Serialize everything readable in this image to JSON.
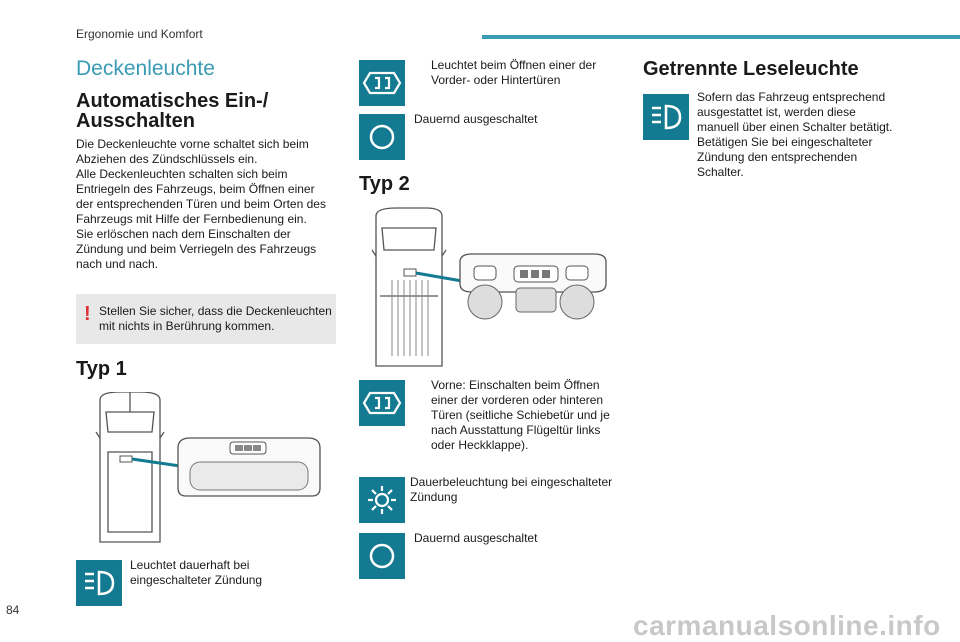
{
  "header": {
    "section": "Ergonomie und Komfort"
  },
  "page_title": "Deckenleuchte",
  "auto": {
    "heading_line1": "Automatisches Ein-/",
    "heading_line2": "Ausschalten",
    "paragraph": [
      "Die Deckenleuchte vorne schaltet sich beim",
      "Abziehen des Zündschlüssels ein.",
      "Alle Deckenleuchten schalten sich beim",
      "Entriegeln des Fahrzeugs, beim Öffnen einer",
      "der entsprechenden Türen und beim Orten des",
      "Fahrzeugs mit Hilfe der Fernbedienung ein.",
      "Sie erlöschen nach dem Einschalten der",
      "Zündung und beim Verriegeln des Fahrzeugs",
      "nach und nach."
    ]
  },
  "warning": {
    "line1": "Stellen Sie sicher, dass die Deckenleuchten",
    "line2": "mit nichts in Berührung kommen."
  },
  "typ1": {
    "heading": "Typ 1",
    "item1_line1": "Leuchtet dauerhaft bei",
    "item1_line2": "eingeschalteter Zündung"
  },
  "col2": {
    "item_doors_line1": "Leuchtet beim Öffnen einer der",
    "item_doors_line2": "Vorder- oder Hintertüren",
    "item_off": "Dauernd ausgeschaltet"
  },
  "typ2": {
    "heading": "Typ 2",
    "front": [
      "Vorne: Einschalten beim Öffnen",
      "einer der vorderen oder hinteren",
      "Türen (seitliche Schiebetür und je",
      "nach Ausstattung Flügeltür links",
      "oder Heckklappe)."
    ],
    "ignition_line1": "Dauerbeleuchtung bei eingeschalteter",
    "ignition_line2": "Zündung",
    "off": "Dauernd ausgeschaltet"
  },
  "reading": {
    "heading": "Getrennte Leseleuchte",
    "paragraph": [
      "Sofern das Fahrzeug entsprechend",
      "ausgestattet ist, werden diese",
      "manuell über einen Schalter betätigt.",
      "Betätigen Sie bei eingeschalteter",
      "Zündung den entsprechenden",
      "Schalter."
    ]
  },
  "footer": {
    "page_number": "84",
    "watermark": "carmanualsonline.info"
  },
  "colors": {
    "accent": "#3a9bb4",
    "icon_bg": "#137a91",
    "warning": "#e03030"
  },
  "icons": [
    "headlamp-icon",
    "car-doors-icon",
    "circle-off-icon",
    "sun-icon",
    "warning-mark-icon"
  ]
}
